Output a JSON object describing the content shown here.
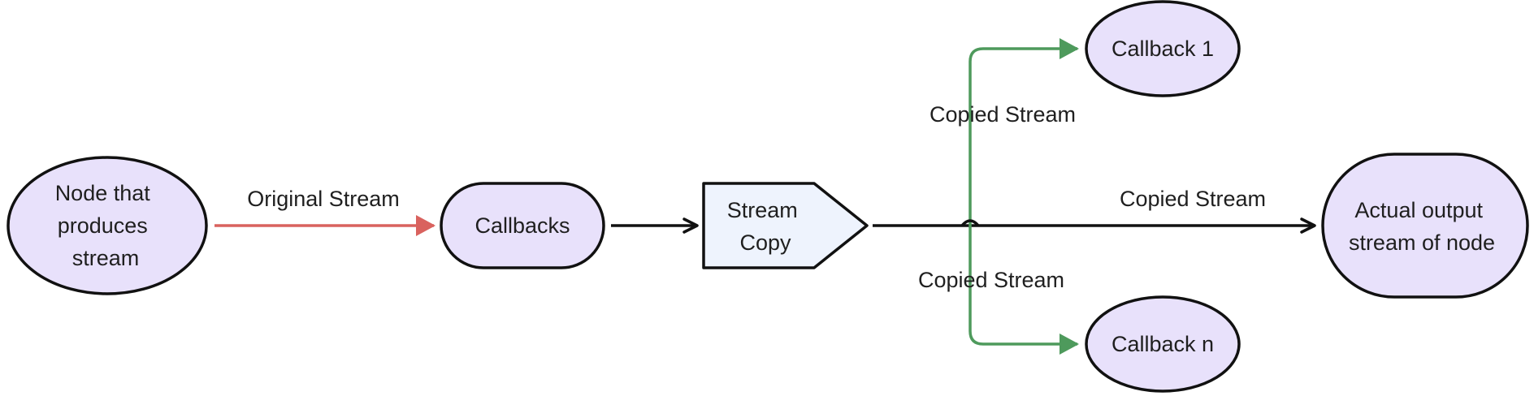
{
  "diagram": {
    "nodes": {
      "producer": {
        "lines": [
          "Node that",
          "produces",
          "stream"
        ]
      },
      "callbacks": {
        "label": "Callbacks"
      },
      "stream_copy": {
        "lines": [
          "Stream",
          "Copy"
        ]
      },
      "callback_1": {
        "label": "Callback 1"
      },
      "callback_n": {
        "label": "Callback n"
      },
      "output": {
        "lines": [
          "Actual output",
          "stream of node"
        ]
      }
    },
    "edges": {
      "original_stream": {
        "label": "Original Stream"
      },
      "copied_stream_up": {
        "label": "Copied Stream"
      },
      "copied_stream_main": {
        "label": "Copied Stream"
      },
      "copied_stream_down": {
        "label": "Copied Stream"
      }
    },
    "colors": {
      "node_fill": "#e8e1fb",
      "copy_fill": "#eef3fd",
      "stroke": "#111111",
      "original_edge": "#d9625e",
      "copied_edge": "#4e9a5c"
    }
  }
}
